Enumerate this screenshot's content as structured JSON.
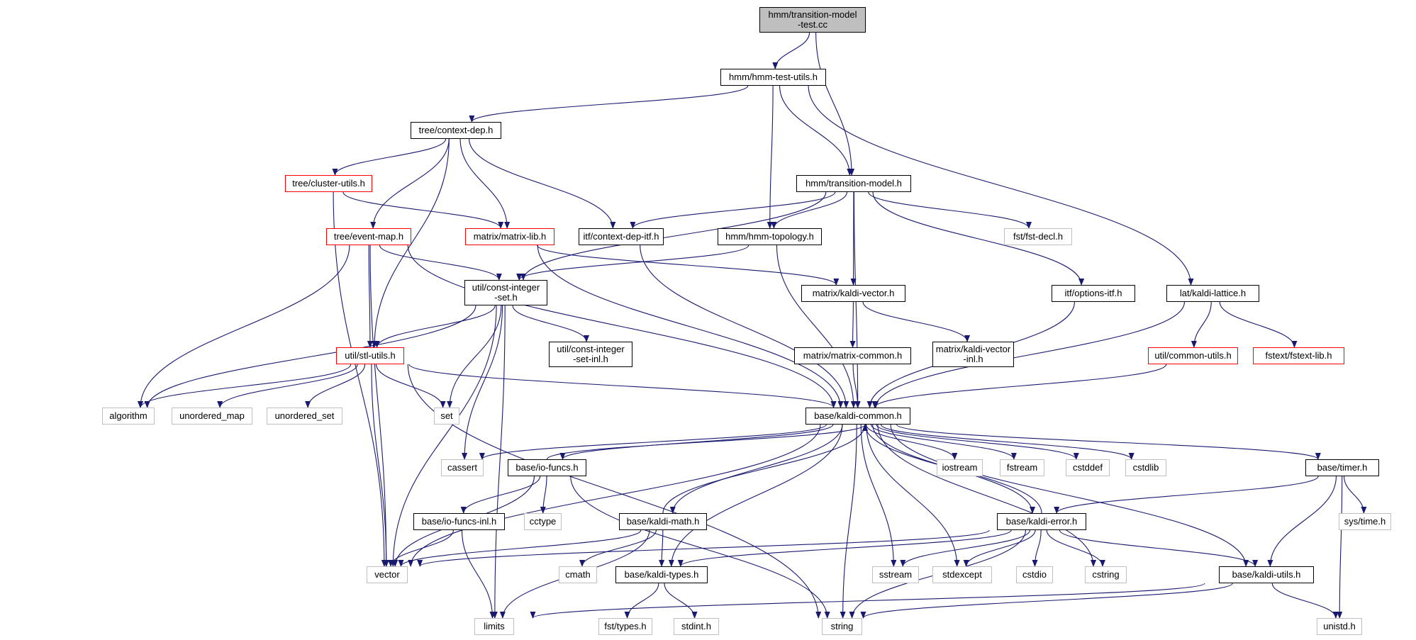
{
  "graph": {
    "edge_color": "#191970",
    "nodes": {
      "root": {
        "label": "hmm/transition-model\n-test.cc",
        "kind": "root"
      },
      "hmm_test_utils": {
        "label": "hmm/hmm-test-utils.h",
        "kind": "doc"
      },
      "context_dep": {
        "label": "tree/context-dep.h",
        "kind": "doc"
      },
      "transition_model": {
        "label": "hmm/transition-model.h",
        "kind": "doc"
      },
      "cluster_utils": {
        "label": "tree/cluster-utils.h",
        "kind": "truncated"
      },
      "event_map": {
        "label": "tree/event-map.h",
        "kind": "truncated"
      },
      "matrix_lib": {
        "label": "matrix/matrix-lib.h",
        "kind": "truncated"
      },
      "context_dep_itf": {
        "label": "itf/context-dep-itf.h",
        "kind": "doc"
      },
      "hmm_topology": {
        "label": "hmm/hmm-topology.h",
        "kind": "doc"
      },
      "fst_decl": {
        "label": "fst/fst-decl.h",
        "kind": "external"
      },
      "const_integer_set": {
        "label": "util/const-integer\n-set.h",
        "kind": "doc"
      },
      "kaldi_vector": {
        "label": "matrix/kaldi-vector.h",
        "kind": "doc"
      },
      "options_itf": {
        "label": "itf/options-itf.h",
        "kind": "doc"
      },
      "kaldi_lattice": {
        "label": "lat/kaldi-lattice.h",
        "kind": "doc"
      },
      "const_integer_set_inl": {
        "label": "util/const-integer\n-set-inl.h",
        "kind": "doc"
      },
      "matrix_common": {
        "label": "matrix/matrix-common.h",
        "kind": "doc"
      },
      "kaldi_vector_inl": {
        "label": "matrix/kaldi-vector\n-inl.h",
        "kind": "doc"
      },
      "stl_utils": {
        "label": "util/stl-utils.h",
        "kind": "truncated"
      },
      "common_utils": {
        "label": "util/common-utils.h",
        "kind": "truncated"
      },
      "fstext_lib": {
        "label": "fstext/fstext-lib.h",
        "kind": "truncated"
      },
      "algorithm": {
        "label": "algorithm",
        "kind": "external"
      },
      "unordered_map": {
        "label": "unordered_map",
        "kind": "external"
      },
      "unordered_set": {
        "label": "unordered_set",
        "kind": "external"
      },
      "set": {
        "label": "set",
        "kind": "external"
      },
      "kaldi_common": {
        "label": "base/kaldi-common.h",
        "kind": "doc"
      },
      "cassert": {
        "label": "cassert",
        "kind": "external"
      },
      "io_funcs": {
        "label": "base/io-funcs.h",
        "kind": "doc"
      },
      "iostream": {
        "label": "iostream",
        "kind": "external"
      },
      "fstream": {
        "label": "fstream",
        "kind": "external"
      },
      "cstddef": {
        "label": "cstddef",
        "kind": "external"
      },
      "cstdlib": {
        "label": "cstdlib",
        "kind": "external"
      },
      "timer": {
        "label": "base/timer.h",
        "kind": "doc"
      },
      "io_funcs_inl": {
        "label": "base/io-funcs-inl.h",
        "kind": "doc"
      },
      "cctype": {
        "label": "cctype",
        "kind": "external"
      },
      "kaldi_math": {
        "label": "base/kaldi-math.h",
        "kind": "doc"
      },
      "kaldi_error": {
        "label": "base/kaldi-error.h",
        "kind": "doc"
      },
      "sys_time": {
        "label": "sys/time.h",
        "kind": "external"
      },
      "vector": {
        "label": "vector",
        "kind": "external"
      },
      "cmath": {
        "label": "cmath",
        "kind": "external"
      },
      "kaldi_types": {
        "label": "base/kaldi-types.h",
        "kind": "doc"
      },
      "sstream": {
        "label": "sstream",
        "kind": "external"
      },
      "stdexcept": {
        "label": "stdexcept",
        "kind": "external"
      },
      "cstdio": {
        "label": "cstdio",
        "kind": "external"
      },
      "cstring": {
        "label": "cstring",
        "kind": "external"
      },
      "kaldi_utils": {
        "label": "base/kaldi-utils.h",
        "kind": "doc"
      },
      "limits": {
        "label": "limits",
        "kind": "external"
      },
      "fst_types": {
        "label": "fst/types.h",
        "kind": "external"
      },
      "stdint": {
        "label": "stdint.h",
        "kind": "external"
      },
      "string": {
        "label": "string",
        "kind": "external"
      },
      "unistd": {
        "label": "unistd.h",
        "kind": "external"
      }
    },
    "edges": [
      [
        "root",
        "hmm_test_utils"
      ],
      [
        "root",
        "transition_model"
      ],
      [
        "hmm_test_utils",
        "context_dep"
      ],
      [
        "hmm_test_utils",
        "transition_model"
      ],
      [
        "hmm_test_utils",
        "hmm_topology"
      ],
      [
        "hmm_test_utils",
        "kaldi_lattice"
      ],
      [
        "context_dep",
        "cluster_utils"
      ],
      [
        "context_dep",
        "event_map"
      ],
      [
        "context_dep",
        "matrix_lib"
      ],
      [
        "context_dep",
        "context_dep_itf"
      ],
      [
        "context_dep",
        "stl_utils"
      ],
      [
        "cluster_utils",
        "matrix_lib"
      ],
      [
        "cluster_utils",
        "vector"
      ],
      [
        "event_map",
        "const_integer_set"
      ],
      [
        "event_map",
        "stl_utils"
      ],
      [
        "event_map",
        "algorithm"
      ],
      [
        "event_map",
        "vector"
      ],
      [
        "event_map",
        "kaldi_common"
      ],
      [
        "matrix_lib",
        "kaldi_vector"
      ],
      [
        "matrix_lib",
        "kaldi_common"
      ],
      [
        "transition_model",
        "context_dep_itf"
      ],
      [
        "transition_model",
        "hmm_topology"
      ],
      [
        "transition_model",
        "const_integer_set"
      ],
      [
        "transition_model",
        "fst_decl"
      ],
      [
        "transition_model",
        "kaldi_vector"
      ],
      [
        "transition_model",
        "options_itf"
      ],
      [
        "transition_model",
        "kaldi_common"
      ],
      [
        "context_dep_itf",
        "kaldi_common"
      ],
      [
        "hmm_topology",
        "const_integer_set"
      ],
      [
        "hmm_topology",
        "kaldi_common"
      ],
      [
        "const_integer_set",
        "const_integer_set_inl"
      ],
      [
        "const_integer_set",
        "stl_utils"
      ],
      [
        "const_integer_set",
        "algorithm"
      ],
      [
        "const_integer_set",
        "set"
      ],
      [
        "const_integer_set",
        "cassert"
      ],
      [
        "const_integer_set",
        "vector"
      ],
      [
        "const_integer_set",
        "limits"
      ],
      [
        "kaldi_vector",
        "matrix_common"
      ],
      [
        "kaldi_vector",
        "kaldi_vector_inl"
      ],
      [
        "matrix_common",
        "kaldi_common"
      ],
      [
        "options_itf",
        "kaldi_common"
      ],
      [
        "kaldi_lattice",
        "common_utils"
      ],
      [
        "kaldi_lattice",
        "fstext_lib"
      ],
      [
        "kaldi_lattice",
        "kaldi_common"
      ],
      [
        "common_utils",
        "kaldi_common"
      ],
      [
        "stl_utils",
        "algorithm"
      ],
      [
        "stl_utils",
        "unordered_map"
      ],
      [
        "stl_utils",
        "unordered_set"
      ],
      [
        "stl_utils",
        "set"
      ],
      [
        "stl_utils",
        "vector"
      ],
      [
        "stl_utils",
        "string"
      ],
      [
        "stl_utils",
        "kaldi_common"
      ],
      [
        "kaldi_common",
        "cassert"
      ],
      [
        "kaldi_common",
        "io_funcs"
      ],
      [
        "kaldi_common",
        "iostream"
      ],
      [
        "kaldi_common",
        "fstream"
      ],
      [
        "kaldi_common",
        "cstddef"
      ],
      [
        "kaldi_common",
        "cstdlib"
      ],
      [
        "kaldi_common",
        "timer"
      ],
      [
        "kaldi_common",
        "kaldi_math"
      ],
      [
        "kaldi_common",
        "kaldi_error"
      ],
      [
        "kaldi_common",
        "kaldi_types"
      ],
      [
        "kaldi_common",
        "vector"
      ],
      [
        "kaldi_common",
        "sstream"
      ],
      [
        "kaldi_common",
        "stdexcept"
      ],
      [
        "kaldi_common",
        "cstring"
      ],
      [
        "kaldi_common",
        "kaldi_utils"
      ],
      [
        "kaldi_common",
        "string"
      ],
      [
        "io_funcs",
        "kaldi_common"
      ],
      [
        "io_funcs",
        "io_funcs_inl"
      ],
      [
        "io_funcs",
        "cctype"
      ],
      [
        "io_funcs",
        "vector"
      ],
      [
        "io_funcs",
        "string"
      ],
      [
        "io_funcs_inl",
        "vector"
      ],
      [
        "io_funcs_inl",
        "limits"
      ],
      [
        "kaldi_math",
        "kaldi_common"
      ],
      [
        "kaldi_math",
        "vector"
      ],
      [
        "kaldi_math",
        "cmath"
      ],
      [
        "kaldi_math",
        "kaldi_types"
      ],
      [
        "kaldi_math",
        "limits"
      ],
      [
        "timer",
        "kaldi_error"
      ],
      [
        "timer",
        "sys_time"
      ],
      [
        "timer",
        "kaldi_utils"
      ],
      [
        "timer",
        "unistd"
      ],
      [
        "kaldi_error",
        "kaldi_common"
      ],
      [
        "kaldi_error",
        "vector"
      ],
      [
        "kaldi_error",
        "kaldi_types"
      ],
      [
        "kaldi_error",
        "sstream"
      ],
      [
        "kaldi_error",
        "stdexcept"
      ],
      [
        "kaldi_error",
        "cstdio"
      ],
      [
        "kaldi_error",
        "cstring"
      ],
      [
        "kaldi_error",
        "kaldi_utils"
      ],
      [
        "kaldi_error",
        "string"
      ],
      [
        "kaldi_types",
        "fst_types"
      ],
      [
        "kaldi_types",
        "stdint"
      ],
      [
        "kaldi_utils",
        "limits"
      ],
      [
        "kaldi_utils",
        "string"
      ],
      [
        "kaldi_utils",
        "unistd"
      ]
    ]
  }
}
